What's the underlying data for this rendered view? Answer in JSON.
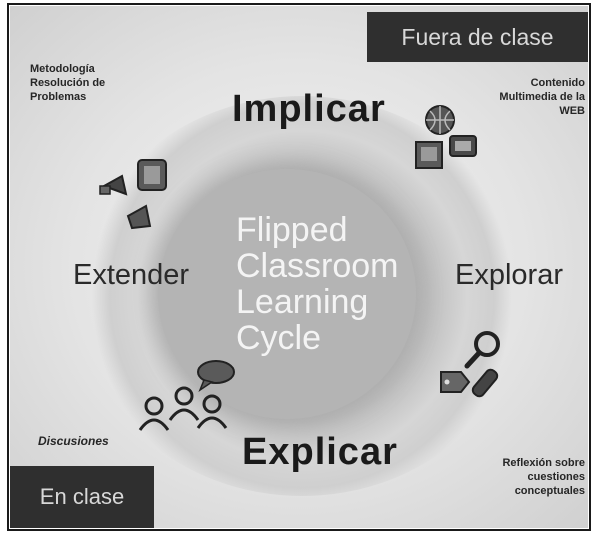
{
  "tabs": {
    "outside": "Fuera de clase",
    "inside": "En clase"
  },
  "phases": {
    "top": "Implicar",
    "right": "Explorar",
    "bottom": "Explicar",
    "left": "Extender"
  },
  "center_title": [
    "Flipped",
    "Classroom",
    "Learning",
    "Cycle"
  ],
  "notes": {
    "top_left": "Metodología Resolución de Problemas",
    "top_right": "Contenido Multimedia de la WEB",
    "bottom_left": "Discusiones",
    "bottom_right": "Reflexión sobre cuestiones conceptuales"
  },
  "icons": [
    "document-icon",
    "megaphone-icon",
    "globe-icon",
    "monitor-icon",
    "search-icon",
    "pencil-icon",
    "tag-icon",
    "people-icon",
    "speech-bubble-icon"
  ],
  "colors": {
    "tab_bg": "#2f2f2f",
    "ring": "#bdbdbd",
    "center_text": "#f4f4f4"
  }
}
